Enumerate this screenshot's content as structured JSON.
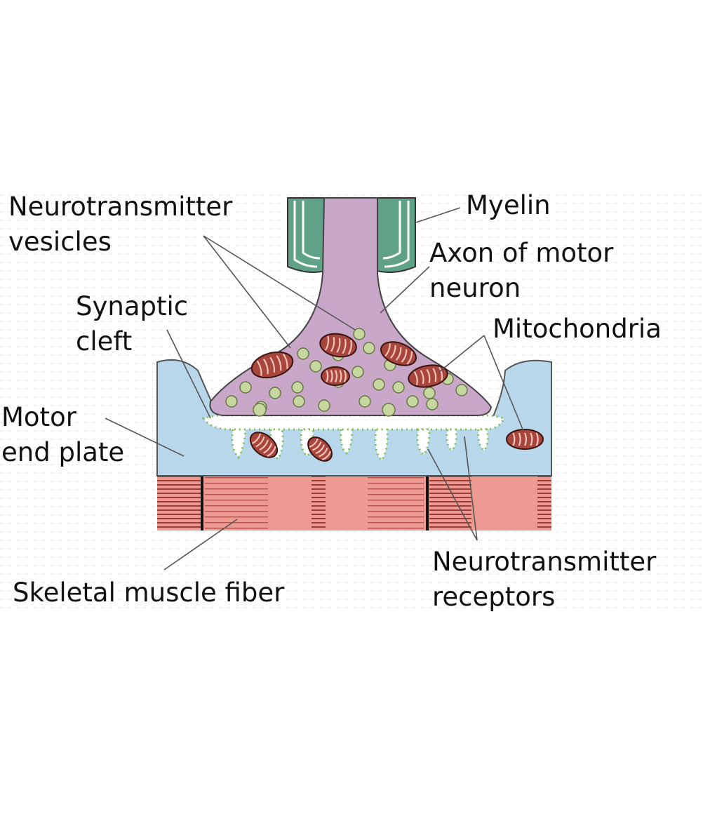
{
  "labels": {
    "neurotransmitter_vesicles": [
      "Neurotransmitter",
      "vesicles"
    ],
    "myelin": [
      "Myelin"
    ],
    "axon": [
      "Axon of motor",
      "neuron"
    ],
    "synaptic_cleft": [
      "Synaptic",
      "cleft"
    ],
    "mitochondria": [
      "Mitochondria"
    ],
    "motor_end_plate": [
      "Motor",
      "end plate"
    ],
    "skeletal_muscle_fiber": [
      "Skeletal muscle fiber"
    ],
    "neurotransmitter_receptors": [
      "Neurotransmitter",
      "receptors"
    ]
  },
  "colors": {
    "axon_fill": "#c9a7c9",
    "myelin_fill": "#5fa287",
    "end_plate_fill": "#b9d7ea",
    "muscle_fill": "#ec9a92",
    "muscle_stripe": "#9b3c36",
    "mitochondria_fill": "#a8463d",
    "vesicle_fill": "#c6d8a0",
    "receptor_dots": "#7fbf5a"
  }
}
